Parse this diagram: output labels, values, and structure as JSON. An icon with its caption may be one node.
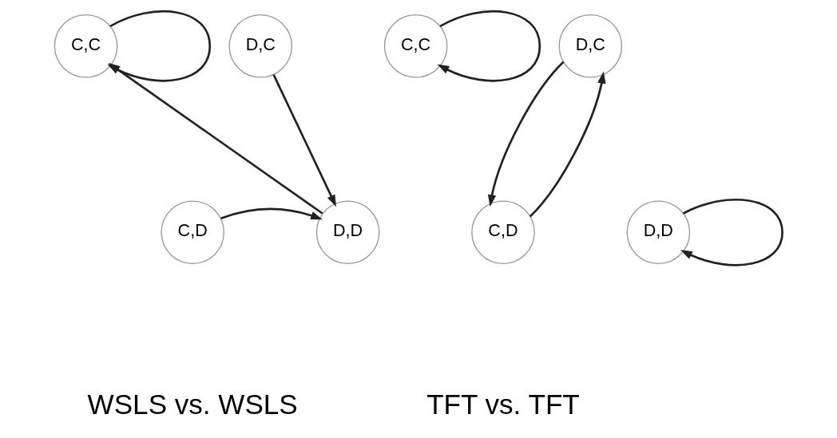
{
  "diagram": {
    "nodes": [
      {
        "text": [
          "C,C"
        ]
      },
      {
        "text": [
          "D,C"
        ]
      },
      {
        "text": [
          "C,D"
        ]
      },
      {
        "text": [
          "D,D"
        ]
      },
      {
        "text": [
          "C,C"
        ]
      },
      {
        "text": [
          "D,C"
        ]
      },
      {
        "text": [
          "C,D"
        ]
      },
      {
        "text": [
          "D,D"
        ]
      }
    ],
    "edges": [
      {
        "from": 0,
        "to": 0,
        "arrow": "to"
      },
      {
        "from": 1,
        "to": 3,
        "arrow": "to"
      },
      {
        "from": 3,
        "to": 0,
        "arrow": "to"
      },
      {
        "from": 2,
        "to": 3,
        "arrow": "to"
      },
      {
        "from": 4,
        "to": 4,
        "arrow": "to"
      },
      {
        "from": 5,
        "to": 6,
        "arrow": "to"
      },
      {
        "from": 6,
        "to": 5,
        "arrow": "to"
      },
      {
        "from": 7,
        "to": 7,
        "arrow": "to"
      }
    ],
    "labels": [
      "WSLS vs. WSLS",
      "TFT vs. TFT"
    ]
  }
}
